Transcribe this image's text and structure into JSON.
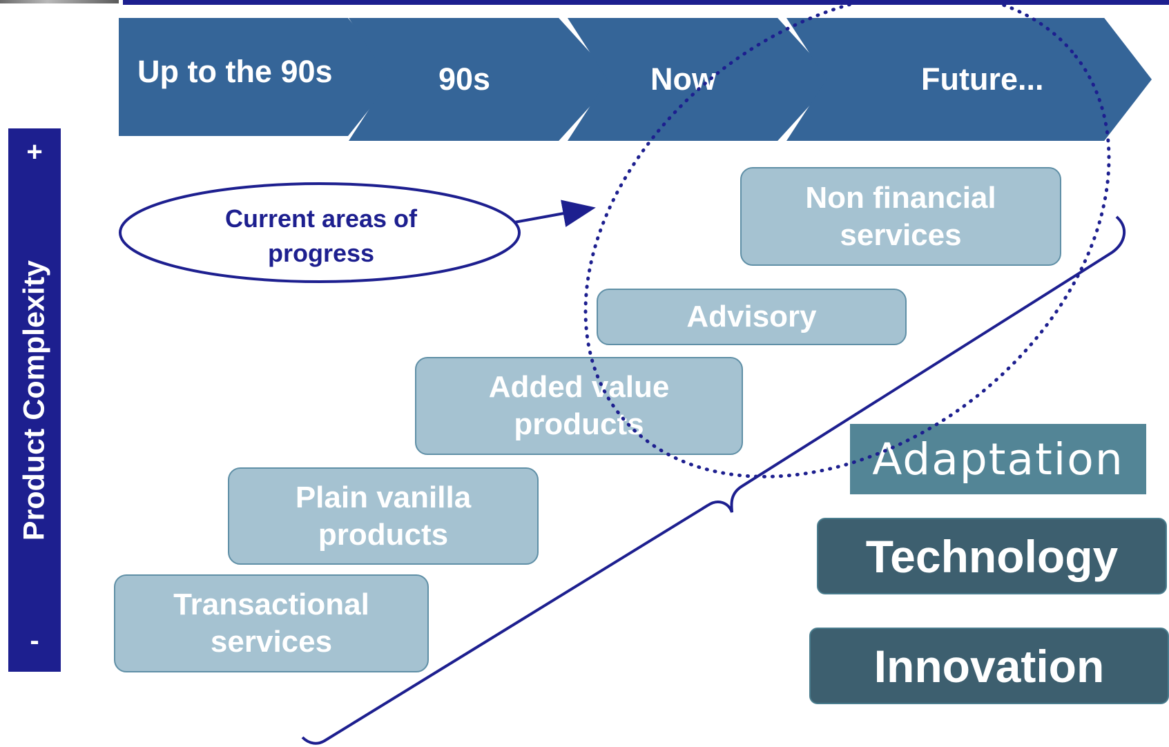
{
  "timeline": {
    "phase_1": "Up to the 90s",
    "phase_2": "90s",
    "phase_3": "Now",
    "phase_4": "Future..."
  },
  "axis": {
    "label": "Product Complexity",
    "high": "+",
    "low": "-"
  },
  "callout": {
    "text": "Current areas of progress"
  },
  "steps": {
    "transactional": "Transactional services",
    "plain_vanilla": "Plain vanilla products",
    "added_value": "Added value products",
    "advisory": "Advisory",
    "non_financial": "Non financial services"
  },
  "drivers": {
    "adaptation": "Adaptation",
    "technology": "Technology",
    "innovation": "Innovation"
  },
  "colors": {
    "navy": "#1d1f8f",
    "chevron": "#356598",
    "step_fill": "#a5c2d1",
    "adaptation_fill": "#538596",
    "dark_teal": "#3d5f6f"
  }
}
